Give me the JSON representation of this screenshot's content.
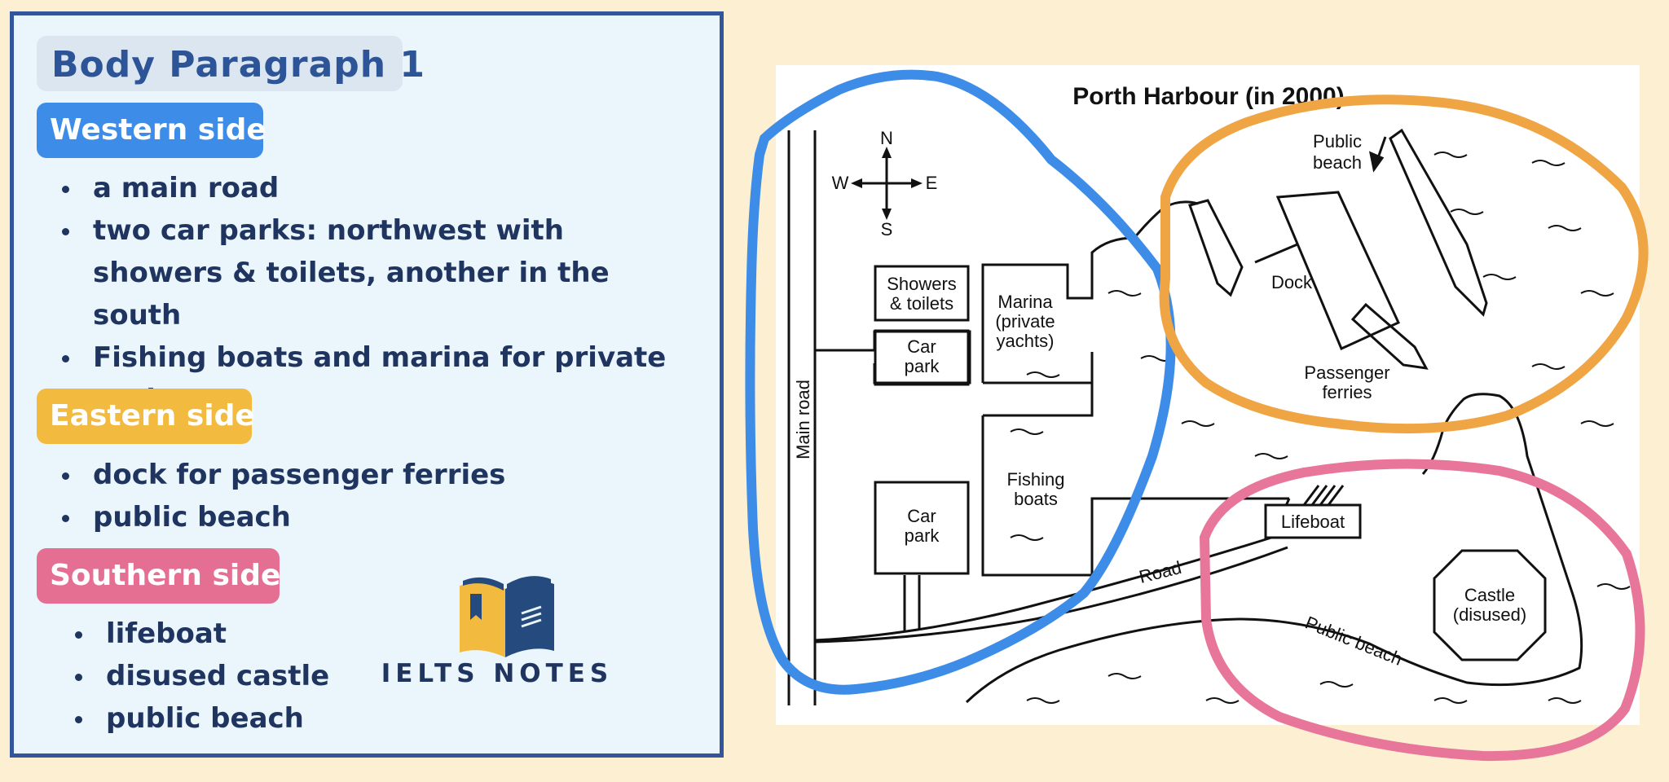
{
  "notes": {
    "title": "Body Paragraph 1",
    "sections": [
      {
        "heading": "Western side",
        "color": "#3d8de8",
        "items": [
          "a main road",
          "two car parks: northwest with showers & toilets, another in the south",
          "Fishing boats and marina for private yachts"
        ]
      },
      {
        "heading": "Eastern side",
        "color": "#f2bb3f",
        "items": [
          "dock for passenger ferries",
          "public beach"
        ]
      },
      {
        "heading": "Southern side",
        "color": "#e46f92",
        "items": [
          "lifeboat",
          "disused castle",
          "public beach"
        ]
      }
    ]
  },
  "logo": {
    "text": "IELTS NOTES"
  },
  "map": {
    "title": "Porth Harbour (in 2000)",
    "compass": {
      "n": "N",
      "s": "S",
      "e": "E",
      "w": "W"
    },
    "labels": {
      "main_road": "Main road",
      "showers_line1": "Showers",
      "showers_line2": "& toilets",
      "car_park_line1": "Car",
      "car_park_line2": "park",
      "marina_line1": "Marina",
      "marina_line2": "(private",
      "marina_line3": "yachts)",
      "fishing_line1": "Fishing",
      "fishing_line2": "boats",
      "public_beach_line1": "Public",
      "public_beach_line2": "beach",
      "dock": "Dock",
      "ferries_line1": "Passenger",
      "ferries_line2": "ferries",
      "lifeboat": "Lifeboat",
      "road": "Road",
      "castle_line1": "Castle",
      "castle_line2": "(disused)",
      "public_beach_curved": "Public beach"
    },
    "highlight_colors": {
      "west": "#3d8de8",
      "east": "#f0a544",
      "south": "#e8769a"
    }
  }
}
